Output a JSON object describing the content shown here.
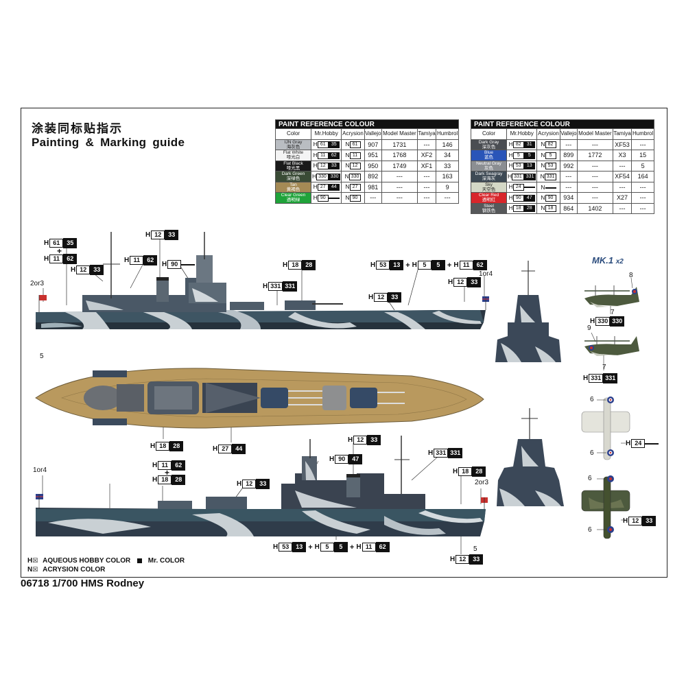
{
  "title_cn": "涂装同标贴指示",
  "title_en": "Painting & Marking guide",
  "footer": "06718 1/700 HMS Rodney",
  "mk_label": "MK.1",
  "mk_count": "x2",
  "legend": {
    "h_text": "AQUEOUS HOBBY COLOR",
    "mr_text": "Mr. COLOR",
    "n_text": "ACRYSION COLOR",
    "h_symbol": "H",
    "n_symbol": "N"
  },
  "paint_table_title": "PAINT REFERENCE COLOUR",
  "paint_headers": [
    "Color",
    "Mr.Hobby",
    "Acrysion",
    "Vallejo",
    "Model Master",
    "Tamiya",
    "Humbrol"
  ],
  "paint_left": [
    {
      "en": "IJN Gray",
      "cn": "海灰色",
      "swatch": "#b9bdc2",
      "text": "light",
      "h": "61",
      "m": "35",
      "n": "61",
      "vallejo": "907",
      "mm": "1731",
      "tamiya": "---",
      "humbrol": "146"
    },
    {
      "en": "Flat White",
      "cn": "哑光白",
      "swatch": "#f4f4f4",
      "text": "light",
      "h": "11",
      "m": "62",
      "n": "11",
      "vallejo": "951",
      "mm": "1768",
      "tamiya": "XF2",
      "humbrol": "34"
    },
    {
      "en": "Flat Black",
      "cn": "哑光黑",
      "swatch": "#1a1a1a",
      "text": "dark",
      "h": "12",
      "m": "33",
      "n": "12",
      "vallejo": "950",
      "mm": "1749",
      "tamiya": "XF1",
      "humbrol": "33"
    },
    {
      "en": "Dark Green",
      "cn": "深绿色",
      "swatch": "#3a4b36",
      "text": "dark",
      "h": "330",
      "m": "330",
      "n": "330",
      "vallejo": "892",
      "mm": "---",
      "tamiya": "---",
      "humbrol": "163"
    },
    {
      "en": "Tan",
      "cn": "黄褐色",
      "swatch": "#a48a55",
      "text": "dark",
      "h": "27",
      "m": "44",
      "n": "27",
      "vallejo": "981",
      "mm": "---",
      "tamiya": "---",
      "humbrol": "9"
    },
    {
      "en": "Clear Green",
      "cn": "透明绿",
      "swatch": "#1fa33a",
      "text": "dark",
      "h": "90",
      "m": "",
      "n": "90",
      "vallejo": "---",
      "mm": "---",
      "tamiya": "---",
      "humbrol": "---"
    }
  ],
  "paint_right": [
    {
      "en": "Dark Gray",
      "cn": "深灰色",
      "swatch": "#4a4d52",
      "text": "dark",
      "h": "82",
      "m": "31",
      "n": "82",
      "vallejo": "---",
      "mm": "---",
      "tamiya": "XF53",
      "humbrol": "---"
    },
    {
      "en": "Blue",
      "cn": "蓝色",
      "swatch": "#2a55b8",
      "text": "dark",
      "h": "5",
      "m": "5",
      "n": "5",
      "vallejo": "899",
      "mm": "1772",
      "tamiya": "X3",
      "humbrol": "15"
    },
    {
      "en": "Neutral Gray",
      "cn": "灰色",
      "swatch": "#8b8e92",
      "text": "dark",
      "h": "53",
      "m": "13",
      "n": "53",
      "vallejo": "992",
      "mm": "---",
      "tamiya": "---",
      "humbrol": "5"
    },
    {
      "en": "Dark Seagray",
      "cn": "深海灰",
      "swatch": "#3e4a55",
      "text": "dark",
      "h": "331",
      "m": "331",
      "n": "331",
      "vallejo": "---",
      "mm": "---",
      "tamiya": "XF54",
      "humbrol": "164"
    },
    {
      "en": "Sky",
      "cn": "天空色",
      "swatch": "#d4d8c6",
      "text": "light",
      "h": "24",
      "m": "",
      "n": "",
      "vallejo": "---",
      "mm": "---",
      "tamiya": "---",
      "humbrol": "---"
    },
    {
      "en": "Clear Red",
      "cn": "透明红",
      "swatch": "#d8262b",
      "text": "dark",
      "h": "90",
      "m": "47",
      "n": "90",
      "vallejo": "934",
      "mm": "---",
      "tamiya": "X27",
      "humbrol": "---"
    },
    {
      "en": "Steel",
      "cn": "钢铁色",
      "swatch": "#56585a",
      "text": "dark",
      "h": "18",
      "m": "28",
      "n": "18",
      "vallejo": "864",
      "mm": "1402",
      "tamiya": "---",
      "humbrol": "---"
    }
  ],
  "callouts": {
    "c1": {
      "h": "61",
      "m": "35"
    },
    "c2": {
      "h": "11",
      "m": "62"
    },
    "c3": {
      "h": "12",
      "m": "33"
    },
    "c4": {
      "h": "11",
      "m": "62"
    },
    "c5": {
      "h": "12",
      "m": "33"
    },
    "c6": {
      "h": "90",
      "m": ""
    },
    "c7": {
      "h": "18",
      "m": "28"
    },
    "c8": {
      "h": "331",
      "m": "331"
    },
    "c9a": {
      "h": "53",
      "m": "13"
    },
    "c9b": {
      "h": "5",
      "m": "5"
    },
    "c9c": {
      "h": "11",
      "m": "62"
    },
    "c10": {
      "h": "12",
      "m": "33"
    },
    "c11": {
      "h": "12",
      "m": "33"
    },
    "c12": {
      "h": "330",
      "m": "330"
    },
    "c13": {
      "h": "331",
      "m": "331"
    },
    "c14": {
      "h": "24",
      "m": ""
    },
    "c15": {
      "h": "12",
      "m": "33"
    },
    "c16": {
      "h": "18",
      "m": "28"
    },
    "c17": {
      "h": "27",
      "m": "44"
    },
    "c18": {
      "h": "12",
      "m": "33"
    },
    "c19": {
      "h": "90",
      "m": "47"
    },
    "c20": {
      "h": "331",
      "m": "331"
    },
    "c21": {
      "h": "11",
      "m": "62"
    },
    "c22": {
      "h": "18",
      "m": "28"
    },
    "c23": {
      "h": "12",
      "m": "33"
    },
    "c24": {
      "h": "18",
      "m": "28"
    },
    "c25a": {
      "h": "53",
      "m": "13"
    },
    "c25b": {
      "h": "5",
      "m": "5"
    },
    "c25c": {
      "h": "11",
      "m": "62"
    },
    "c26": {
      "h": "12",
      "m": "33"
    }
  },
  "plus_sign": "+",
  "numbers": {
    "n_2or3_a": "2or3",
    "n_1or4_a": "1or4",
    "n_5_a": "5",
    "n_1or4_b": "1or4",
    "n_2or3_b": "2or3",
    "n_5_b": "5",
    "p8": "8",
    "p7a": "7",
    "p9": "9",
    "p7b": "7",
    "p6a": "6",
    "p6b": "6",
    "p6c": "6",
    "p6d": "6"
  }
}
